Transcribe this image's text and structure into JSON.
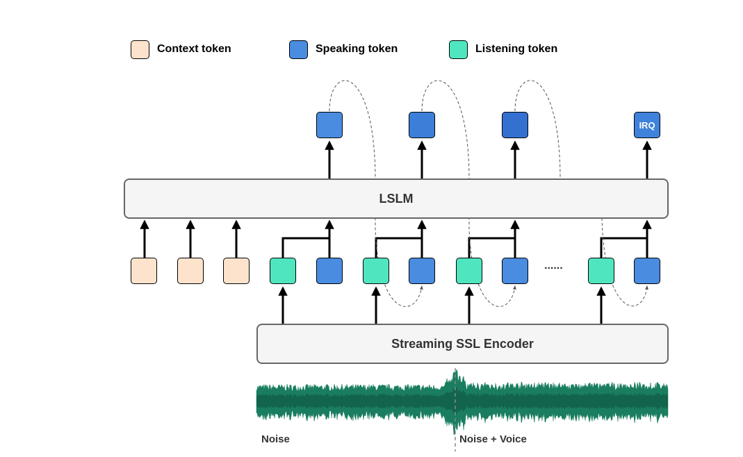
{
  "legend": {
    "context": {
      "label": "Context token",
      "color": "#fde3cc"
    },
    "speaking": {
      "label": "Speaking token",
      "color": "#4a8ce0"
    },
    "listening": {
      "label": "Listening token",
      "color": "#4fe6bf"
    }
  },
  "blocks": {
    "lslm": "LSLM",
    "encoder": "Streaming SSL Encoder"
  },
  "tokens": {
    "interrupt": "IRQ",
    "ellipsis": "......"
  },
  "waveform": {
    "left_label": "Noise",
    "right_label": "Noise + Voice",
    "color": "#1a7d60"
  }
}
